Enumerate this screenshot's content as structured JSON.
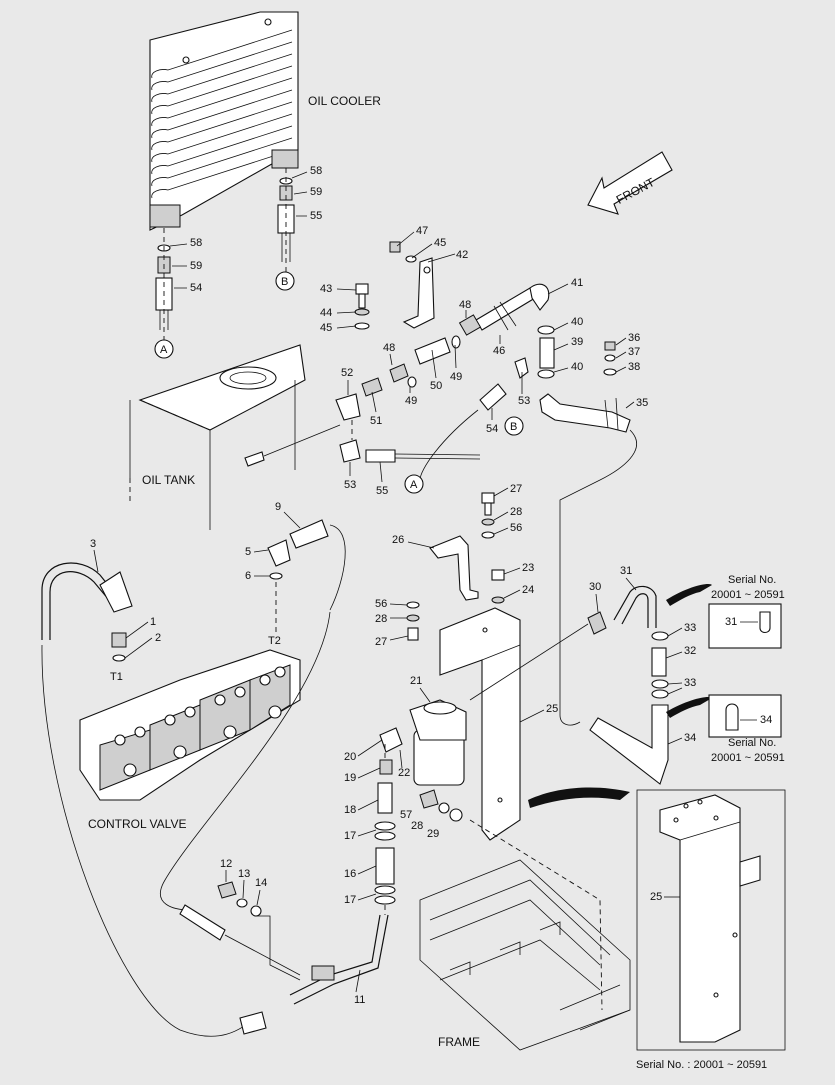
{
  "labels": {
    "oil_cooler": "OIL COOLER",
    "oil_tank": "OIL TANK",
    "control_valve": "CONTROL VALVE",
    "frame": "FRAME",
    "front": "FRONT",
    "serial_upper_title": "Serial No.",
    "serial_upper_range": "20001 ~ 20591",
    "serial_lower_title": "Serial No.",
    "serial_lower_range": "20001 ~ 20591",
    "serial_footer": "Serial No. : 20001 ~ 20591"
  },
  "connectors": {
    "a": "A",
    "b": "B"
  },
  "ports": {
    "t1": "T1",
    "t2": "T2"
  },
  "callouts": {
    "n1": "1",
    "n2": "2",
    "n3": "3",
    "n5": "5",
    "n6": "6",
    "n9": "9",
    "n11": "11",
    "n12": "12",
    "n13": "13",
    "n14": "14",
    "n16": "16",
    "n17": "17",
    "n18": "18",
    "n19": "19",
    "n20": "20",
    "n21": "21",
    "n22": "22",
    "n23": "23",
    "n24": "24",
    "n25": "25",
    "n26": "26",
    "n27": "27",
    "n28": "28",
    "n29": "29",
    "n30": "30",
    "n31": "31",
    "n32": "32",
    "n33": "33",
    "n34": "34",
    "n35": "35",
    "n36": "36",
    "n37": "37",
    "n38": "38",
    "n39": "39",
    "n40": "40",
    "n41": "41",
    "n42": "42",
    "n43": "43",
    "n44": "44",
    "n45": "45",
    "n46": "46",
    "n47": "47",
    "n48": "48",
    "n49": "49",
    "n50": "50",
    "n51": "51",
    "n52": "52",
    "n53": "53",
    "n54": "54",
    "n55": "55",
    "n56": "56",
    "n57": "57",
    "n58": "58",
    "n59": "59"
  }
}
